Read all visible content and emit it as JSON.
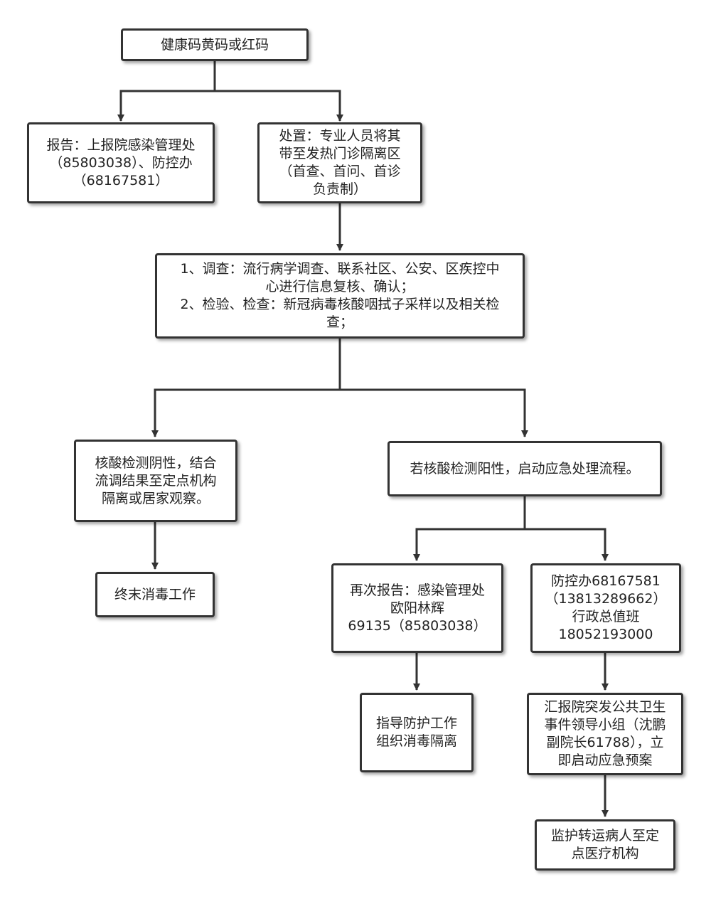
{
  "nodes": {
    "start": {
      "lines": [
        "健康码黄码或红码"
      ]
    },
    "report": {
      "lines": [
        "报告：上报院感染管理处",
        "（85803038）、防控办",
        "（68167581）"
      ]
    },
    "dispose": {
      "lines": [
        "处置：专业人员将其",
        "带至发热门诊隔离区",
        "（首查、首问、首诊",
        "负责制）"
      ]
    },
    "investigate": {
      "lines": [
        "1、调查：流行病学调查、联系社区、公安、区疾控中",
        "心进行信息复核、确认；",
        "2、检验、检查：新冠病毒核酸咽拭子采样以及相关检",
        "查；"
      ]
    },
    "negative": {
      "lines": [
        "核酸检测阴性，结合",
        "流调结果至定点机构",
        "隔离或居家观察。"
      ]
    },
    "positive": {
      "lines": [
        "若核酸检测阳性，启动应急处理流程。"
      ]
    },
    "disinfect": {
      "lines": [
        "终末消毒工作"
      ]
    },
    "rereport": {
      "lines": [
        "再次报告：感染管理处",
        "欧阳林辉",
        "69135（85803038）"
      ]
    },
    "office": {
      "lines": [
        "防控办68167581",
        "（13813289662）",
        "行政总值班",
        "18052193000"
      ]
    },
    "guide": {
      "lines": [
        "指导防护工作",
        "组织消毒隔离"
      ]
    },
    "escalate": {
      "lines": [
        "汇报院突发公共卫生",
        "事件领导小组（沈鹏",
        "副院长61788），立",
        "即启动应急预案"
      ]
    },
    "transfer": {
      "lines": [
        "监护转运病人至定",
        "点医疗机构"
      ]
    }
  },
  "edges": [
    [
      "start",
      "report"
    ],
    [
      "start",
      "dispose"
    ],
    [
      "dispose",
      "investigate"
    ],
    [
      "investigate",
      "negative"
    ],
    [
      "investigate",
      "positive"
    ],
    [
      "negative",
      "disinfect"
    ],
    [
      "positive",
      "rereport"
    ],
    [
      "positive",
      "office"
    ],
    [
      "rereport",
      "guide"
    ],
    [
      "office",
      "escalate"
    ],
    [
      "escalate",
      "transfer"
    ]
  ]
}
